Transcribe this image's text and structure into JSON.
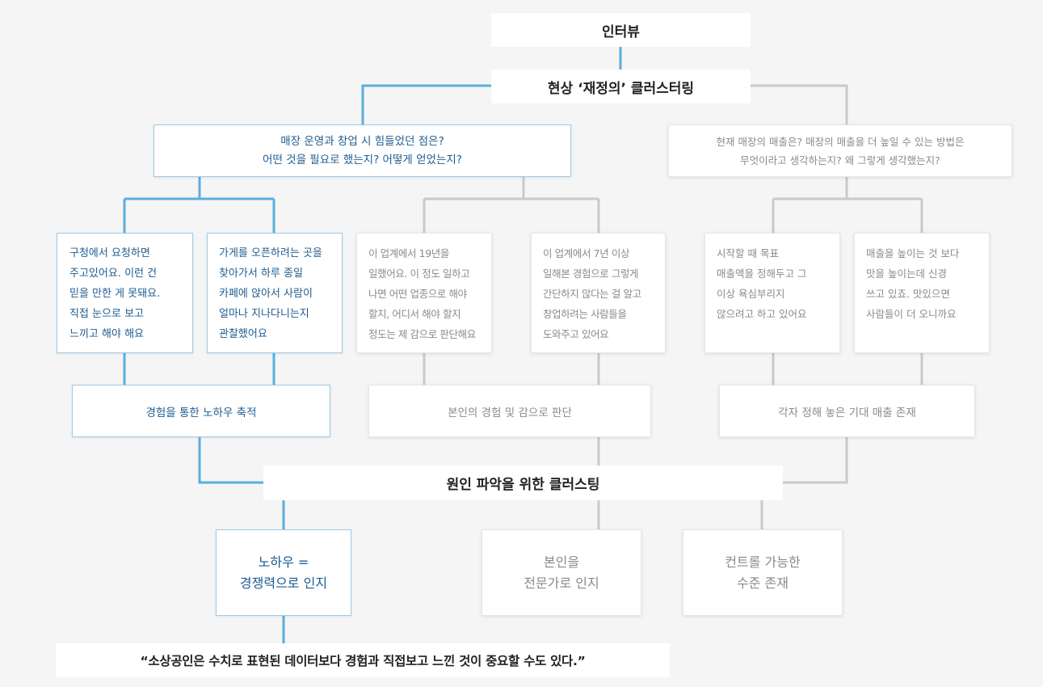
{
  "colors": {
    "blue_line": "#5aaee0",
    "gray_line": "#c9c9c9",
    "blue_text": "#1e5c8f",
    "gray_text": "#8a8a8a",
    "dark_text": "#222222"
  },
  "root": {
    "title": "인터뷰"
  },
  "clustering1": {
    "title": "현상 ‘재정의’ 클러스터링"
  },
  "q_left": {
    "lines": [
      "매장 운영과 창업 시 힘들었던 점은?",
      "어떤 것을 필요로 했는지? 어떻게 얻었는지?"
    ]
  },
  "q_right": {
    "lines": [
      "현재 매장의 매출은? 매장의 매출을 더 높일 수 있는 방법은",
      "무엇이라고 생각하는지? 왜 그렇게 생각했는지?"
    ]
  },
  "quotes": [
    {
      "lines": [
        "구청에서 요청하면",
        "주고있어요. 이런 건",
        "믿을 만한 게 못돼요.",
        "직접 눈으로 보고",
        "느끼고 해야 해요"
      ]
    },
    {
      "lines": [
        "가게를 오픈하려는 곳을",
        "찾아가서 하루 종일",
        "카페에 앉아서 사람이",
        "얼마나 지나다니는지",
        "관찰했어요"
      ]
    },
    {
      "lines": [
        "이 업계에서 19년을",
        "일했어요. 이 정도 일하고",
        "나면 어떤 업종으로 해야",
        "할지, 어디서 해야 할지",
        "정도는 제 감으로 판단해요"
      ]
    },
    {
      "lines": [
        "이 업계에서 7년 이상",
        "일해본 경험으로 그렇게",
        "간단하지 않다는 걸 알고",
        "창업하려는 사람들을",
        "도와주고 있어요"
      ]
    },
    {
      "lines": [
        "시작할 때 목표",
        "매출액을 정해두고 그",
        "이상 욕심부리지",
        "않으려고 하고 있어요"
      ]
    },
    {
      "lines": [
        "매출을 높이는 것 보다",
        "맛을 높이는데 신경",
        "쓰고 있죠. 맛있으면",
        "사람들이 더 오니까요"
      ]
    }
  ],
  "groups": [
    {
      "label": "경험을 통한 노하우 축적"
    },
    {
      "label": "본인의 경험 및 감으로 판단"
    },
    {
      "label": "각자 정해 놓은 기대 매출 존재"
    }
  ],
  "clustering2": {
    "title": "원인 파악을 위한 클러스팅"
  },
  "causes": [
    {
      "lines": [
        "노하우 =",
        "경쟁력으로 인지"
      ]
    },
    {
      "lines": [
        "본인을",
        "전문가로 인지"
      ]
    },
    {
      "lines": [
        "컨트롤 가능한",
        "수준 존재"
      ]
    }
  ],
  "conclusion": {
    "text": "“소상공인은 수치로 표현된 데이터보다 경험과 직접보고 느낀 것이 중요할 수도 있다.”"
  }
}
